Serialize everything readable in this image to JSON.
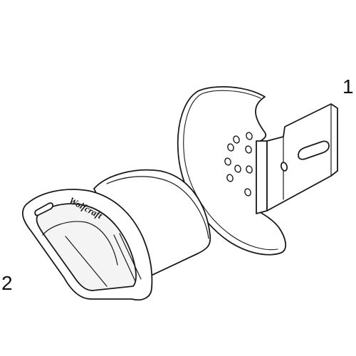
{
  "callouts": {
    "part_1": "1",
    "part_2": "2"
  },
  "brand_mark": "Wolfcraft",
  "colors": {
    "line": "#1a1a1a",
    "fill": "#ffffff",
    "shade": "#f0f0f0"
  }
}
